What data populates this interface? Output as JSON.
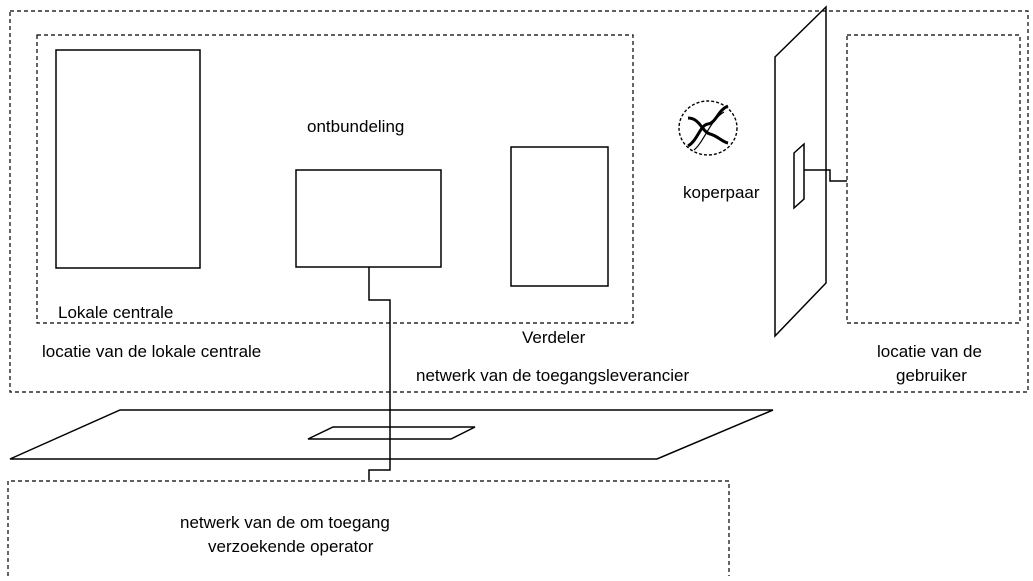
{
  "labels": {
    "ontbundeling": "ontbundeling",
    "koperpaar": "koperpaar",
    "lokale_centrale": "Lokale centrale",
    "locatie_lokale_centrale": "locatie van de lokale centrale",
    "verdeler": "Verdeler",
    "netwerk_toegangsleverancier": "netwerk van de toegangsleverancier",
    "locatie_gebruiker_line1": "locatie van de",
    "locatie_gebruiker_line2": "gebruiker",
    "netwerk_operator_line1": "netwerk van de om toegang",
    "netwerk_operator_line2": "verzoekende operator"
  },
  "icons": {
    "copper_pair": "twisted-pair-icon"
  }
}
